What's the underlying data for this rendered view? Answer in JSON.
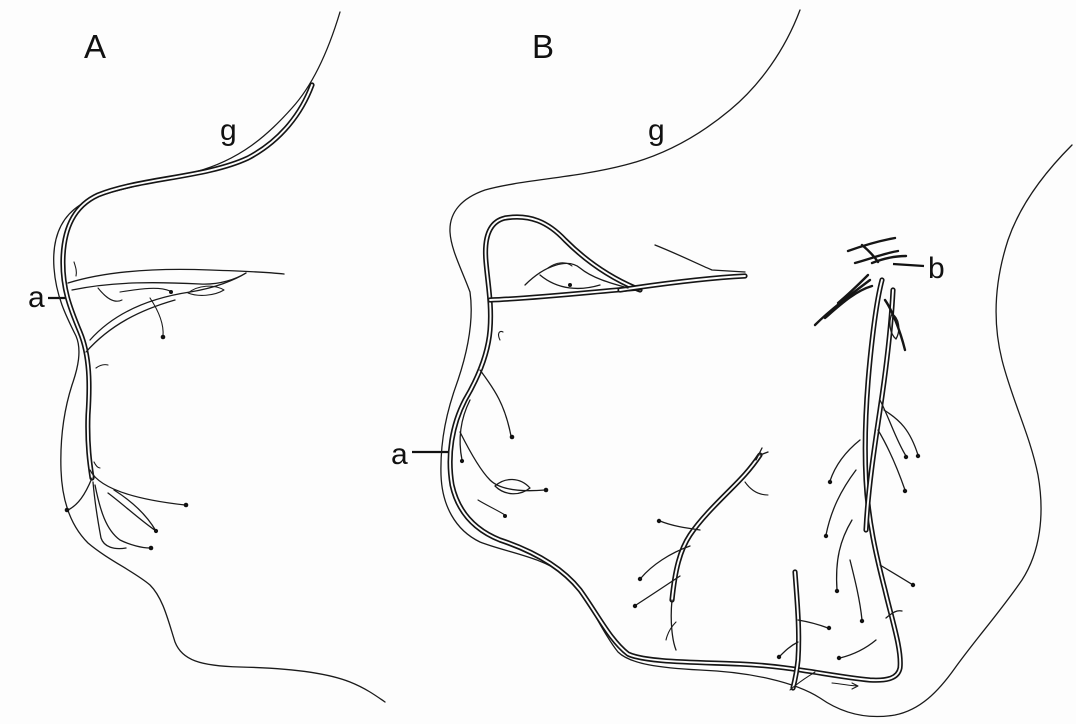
{
  "panel_a": {
    "label": "A",
    "g": "g",
    "a": "a"
  },
  "panel_b": {
    "label": "B",
    "g": "g",
    "a": "a",
    "b": "b"
  }
}
